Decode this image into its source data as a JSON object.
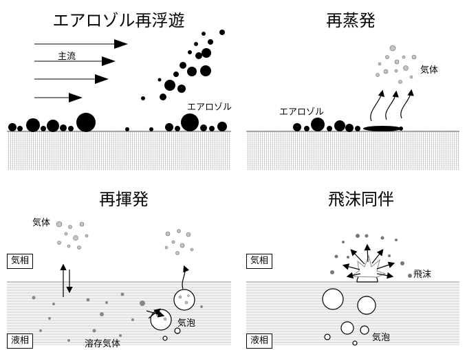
{
  "panels": {
    "resuspension": {
      "title": "エアロゾル再浮遊",
      "mainstream_label": "主流",
      "aerosol_label": "エアロゾル"
    },
    "re_evaporation": {
      "title": "再蒸発",
      "aerosol_label": "エアロゾル",
      "gas_label": "気体"
    },
    "re_volatilization": {
      "title": "再揮発",
      "gas_label": "気体",
      "gas_phase": "気相",
      "liquid_phase": "液相",
      "dissolved_gas_label": "溶存気体",
      "bubble_label": "気泡"
    },
    "entrainment": {
      "title": "飛沫同伴",
      "gas_phase": "気相",
      "liquid_phase": "液相",
      "droplet_label": "飛沫",
      "bubble_label": "気泡"
    }
  },
  "colors": {
    "floor_hatch": "#9a9a9a",
    "liquid_line": "#c8c8c8",
    "gas_particle": "#bdbdbd",
    "dissolved_particle": "#888888"
  }
}
